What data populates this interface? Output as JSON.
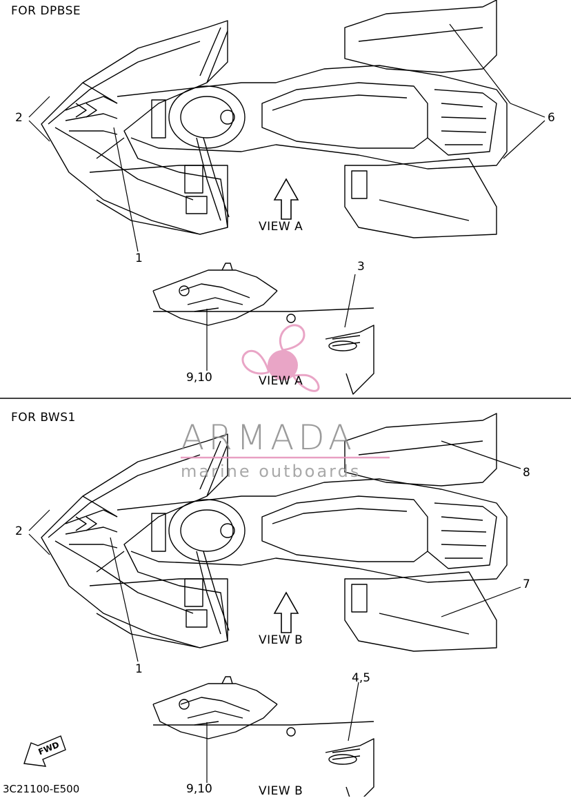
{
  "sections": {
    "top": {
      "title": "FOR DPBSE",
      "view_arrow_label": "VIEW A",
      "detail_caption": "VIEW A"
    },
    "bottom": {
      "title": "FOR BWS1",
      "view_arrow_label": "VIEW B",
      "detail_caption": "VIEW B"
    }
  },
  "callouts": {
    "top": [
      "2",
      "6",
      "1",
      "3",
      "9,10"
    ],
    "bottom": [
      "2",
      "8",
      "7",
      "1",
      "4,5",
      "9,10"
    ]
  },
  "fwd_label": "FWD",
  "part_code": "3C21100-E500",
  "watermark": {
    "brand": "ARMADA",
    "tagline": "marine outboards",
    "accent_color": "#e48fb8"
  }
}
